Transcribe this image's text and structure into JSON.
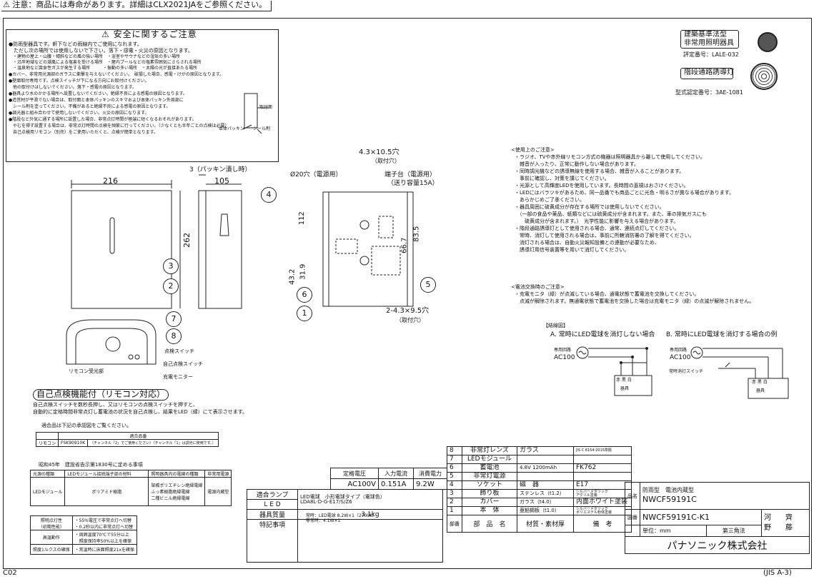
{
  "top_notice": "⚠ 注意：商品には寿命があります。詳細はCLX2021JAをご参照ください。",
  "page_code": "C02",
  "jis_code": "(JIS A-3)",
  "safety": {
    "title": "安全に関するご注意",
    "lines": [
      "●防雨型器具です。軒下などの雨線内でご使用になれます。",
      "　ただし次の場所では使用しないで下さい。落下・感電・火災の原因となります。",
      "　・建物の屋上・山腹・傾斜などの風の強い場所　・浴室やサウナなどの湿気の多い場所",
      "　・沿岸地域などの潮風による塩害を受ける場所　・屋内プールなどの塩素雰囲気にさらされる場所",
      "　・温泉地など腐食性ガスが発生する場所　　　・振動の多い場所　・太陽の光が直接あたる場所",
      "●カバー、非常用光源部のガラスに衝撃を与えないでください。　破損した場合、感電・けがの原因となります。",
      "●壁面取付専用です。点検スイッチが下になる方向にお取付けください。",
      "　他の取付けはしないでください。落下・感電の原因となります。",
      "●器具より水のかかる場所へ設置しないでください。絶縁不良による感電の原因となります。",
      "●造営材が平滑でない場合は、取付面と本体パッキンのスキマおよび本体パッキン外周部に",
      "　シール剤を塗ってください。不備があると絶縁不良による感電の原因となります。",
      "●調光器と組み合わせて使用しないでください。火災の原因になります。",
      "●階段など外気に通ずる場所に設置した場合、非常点灯時間が極端に短くなるおそれがあります。",
      "　やむを得ず設置する場合は、非常点灯時間の点検を頻繁に行ってください。（少なくとも半年ごとの点検は必要）",
      "　自己点検用リモコン（別売）をご使用いただくと、点検が簡単となります。"
    ],
    "diagram_labels": [
      "取付面",
      "本体パッキン",
      "シール剤"
    ]
  },
  "certifications": {
    "cert1_line1": "建築基準法型",
    "cert1_line2": "非常用照明器具",
    "cert1_no": "評定番号：LALE-032",
    "cert2": "階段通路誘導灯",
    "cert2_no": "型式認定番号：3AE-1081"
  },
  "dimensions": {
    "width": "216",
    "height": "262",
    "depth": "105",
    "packing": "3（パッキン潰し時）",
    "hole_top": "4.3×10.5穴",
    "hole_top_note": "（取付穴）",
    "cable_hole": "Ø20穴（電源用）",
    "terminal": "端子台（電源用）",
    "terminal_note": "（送り容量15A）",
    "hole_bottom": "2-4.3×9.5穴",
    "hole_bottom_note": "（取付穴）",
    "d112": "112",
    "d83_5": "83.5",
    "d66_7": "66.7",
    "d43_2": "43.2",
    "d31_9": "31.9",
    "callouts": [
      "1",
      "2",
      "3",
      "4",
      "5",
      "6",
      "7",
      "8"
    ]
  },
  "bottom_view": {
    "check_switch": "点検スイッチ",
    "remote_receiver": "リモコン受光部",
    "self_check_switch": "自己点検スイッチ",
    "charge_monitor": "充電モニター"
  },
  "usage": {
    "title": "<使用上のご注意>",
    "lines": [
      "・ラジオ、TVや赤外線リモコン方式の機器は照明器具から離して使用してください。",
      "　雑音が入ったり、正常に動作しない場合があります。",
      "・同時調光機などの誘導無線を使用する場合、雑音が入ることがあります。",
      "　事前に確認し、対策を講じてください。",
      "・光源として高輝度LEDを使用しています。長時間の直視はおさけください。",
      "・LEDにはバラツキがあるため、同一品番でも商品ごとに光色・明るさが異なる場合があります。",
      "　あらかじめご了承ください。",
      "・器具周囲に硫黄成分が存在する場所では使用しないでください。",
      "　（一部の食品や薬品、紙類などには硫黄成分が含まれます。また、車の排気ガスにも",
      "　　硫黄成分が含まれます。）　光学性能に影響を与える場合があります。",
      "・階段通路誘導灯として使用される場合、通常、連続点灯してください。",
      "　常時、消灯して使用される場合は、事前に所轄消防署の了解を得てください。",
      "　消灯される場合は、自動火災報知設備との連動が必要なため、",
      "　誘導灯用信号装置等を用いて消灯してください。"
    ]
  },
  "battery": {
    "title": "<電池交換時のご注意>",
    "lines": [
      "・充電モニタ（緑）が点滅している場合、通電状態で蓄電池を交換してください。",
      "　点滅が解除されます。無通電状態で蓄電池を交換した場合は充電モニタ（緑）の点滅が解除されません。"
    ]
  },
  "wiring": {
    "title": "【結線図】",
    "a": "A. 常時にLED電球を消灯しない場合",
    "b": "B. 常時にLED電球を消灯する場合の例",
    "circuit": "専用回路",
    "ac": "AC100",
    "switch": "常時消灯スイッチ",
    "terminal": "赤 黒 白",
    "fixture": "器具"
  },
  "selfcheck": {
    "title": "自己点検機能付（リモコン対応）",
    "line1": "自己点検スイッチを数秒長押し、又はリモコンの点検スイッチを押すと、",
    "line2": "自動的に定格時間非常点灯し蓄電池の状況を自己点検し、結果をLED（緑）にて表示させます。",
    "approved": "適合品は下記の承認図をご覧ください。",
    "rc_head": "適合品番",
    "rc_label": "リモコン",
    "rc_value": "FSK90910K",
    "rc_note": "（チャンネル「2」でご使用ください）（チャンネル「1」は調光に使用です。）"
  },
  "notice45": {
    "title": "昭和45年　建設省告示第1830号に定める事項",
    "headers": [
      "光源の種類",
      "LEDモジュール接続端子部の材料",
      "照明器具内の電線の種類",
      "非常用電源"
    ],
    "row": [
      "LEDモジュール",
      "ポリアミド樹脂",
      "架橋ポリエチレン絶縁電線\nふっ素樹脂絶縁電線\n二種ビニル絶縁電線",
      "電源内蔵型"
    ]
  },
  "perf": {
    "rows": [
      [
        "照明点灯性\n（初期性能）",
        "・55%電圧で非常点灯へ切替\n・0.2秒以内に非常点灯へ切替"
      ],
      [
        "高温動作",
        "・周囲温度70℃で55分以上\n　照度保持率50%以上を確保"
      ],
      [
        "照度1ルクスの確保",
        "・常温時に床面照度21xを確保"
      ]
    ]
  },
  "ratings": {
    "headers": [
      "定格電圧",
      "入力電流",
      "消費電力"
    ],
    "values": [
      "AC100V",
      "0.151A",
      "9.2W"
    ],
    "lamp_label": "適合ランプ",
    "lamp_value": "LED電球　小形電球タイプ（電球色）\nLDA8L-D-G-E17/S/Z6",
    "led_label": "L E D",
    "led_value": "常時：LED電球 8.2W×1（2700K）\n非常時：4.1W×1",
    "mass_label": "器具質量",
    "mass_value": "3.1kg",
    "notes_label": "特記事項"
  },
  "parts": [
    {
      "no": "8",
      "name": "非常灯レンズ",
      "material": "ガラス",
      "remark": "JIS C 8154:2015準拠"
    },
    {
      "no": "7",
      "name": "LEDモジュール",
      "material": "",
      "remark": ""
    },
    {
      "no": "6",
      "name": "蓄電池",
      "material": "4.8V 1200mAh",
      "remark": "FK762"
    },
    {
      "no": "5",
      "name": "非常灯電源",
      "material": "",
      "remark": ""
    },
    {
      "no": "4",
      "name": "ソケット",
      "material": "磁　器",
      "remark": "E17"
    },
    {
      "no": "3",
      "name": "飾り板",
      "material": "ステンレス（t1.2）",
      "remark": "シルバーメタリック\nアクリル塗装"
    },
    {
      "no": "2",
      "name": "カバー",
      "material": "ガラス（t4.0）",
      "remark": "内面ホワイト塗装"
    },
    {
      "no": "1",
      "name": "本　体",
      "material": "亜鉛鋼板（t1.0）",
      "remark": "シルバーメタリック\nポリエステル粉体塗装"
    }
  ],
  "parts_footer": {
    "no": "部番",
    "name": "部　品　名",
    "material": "材質・素材厚",
    "remark": "備　考"
  },
  "title_block": {
    "name_label": "品名",
    "name_line1": "防雨型　電池内蔵型",
    "name_line2": "NWCF59191C",
    "drawing_label": "図番",
    "drawing_no": "NWCF59191C-K1",
    "unit": "単位：mm",
    "angle": "第三角法",
    "sign1": "河　　齊",
    "sign2": "野　　藤",
    "company": "パナソニック株式会社"
  }
}
